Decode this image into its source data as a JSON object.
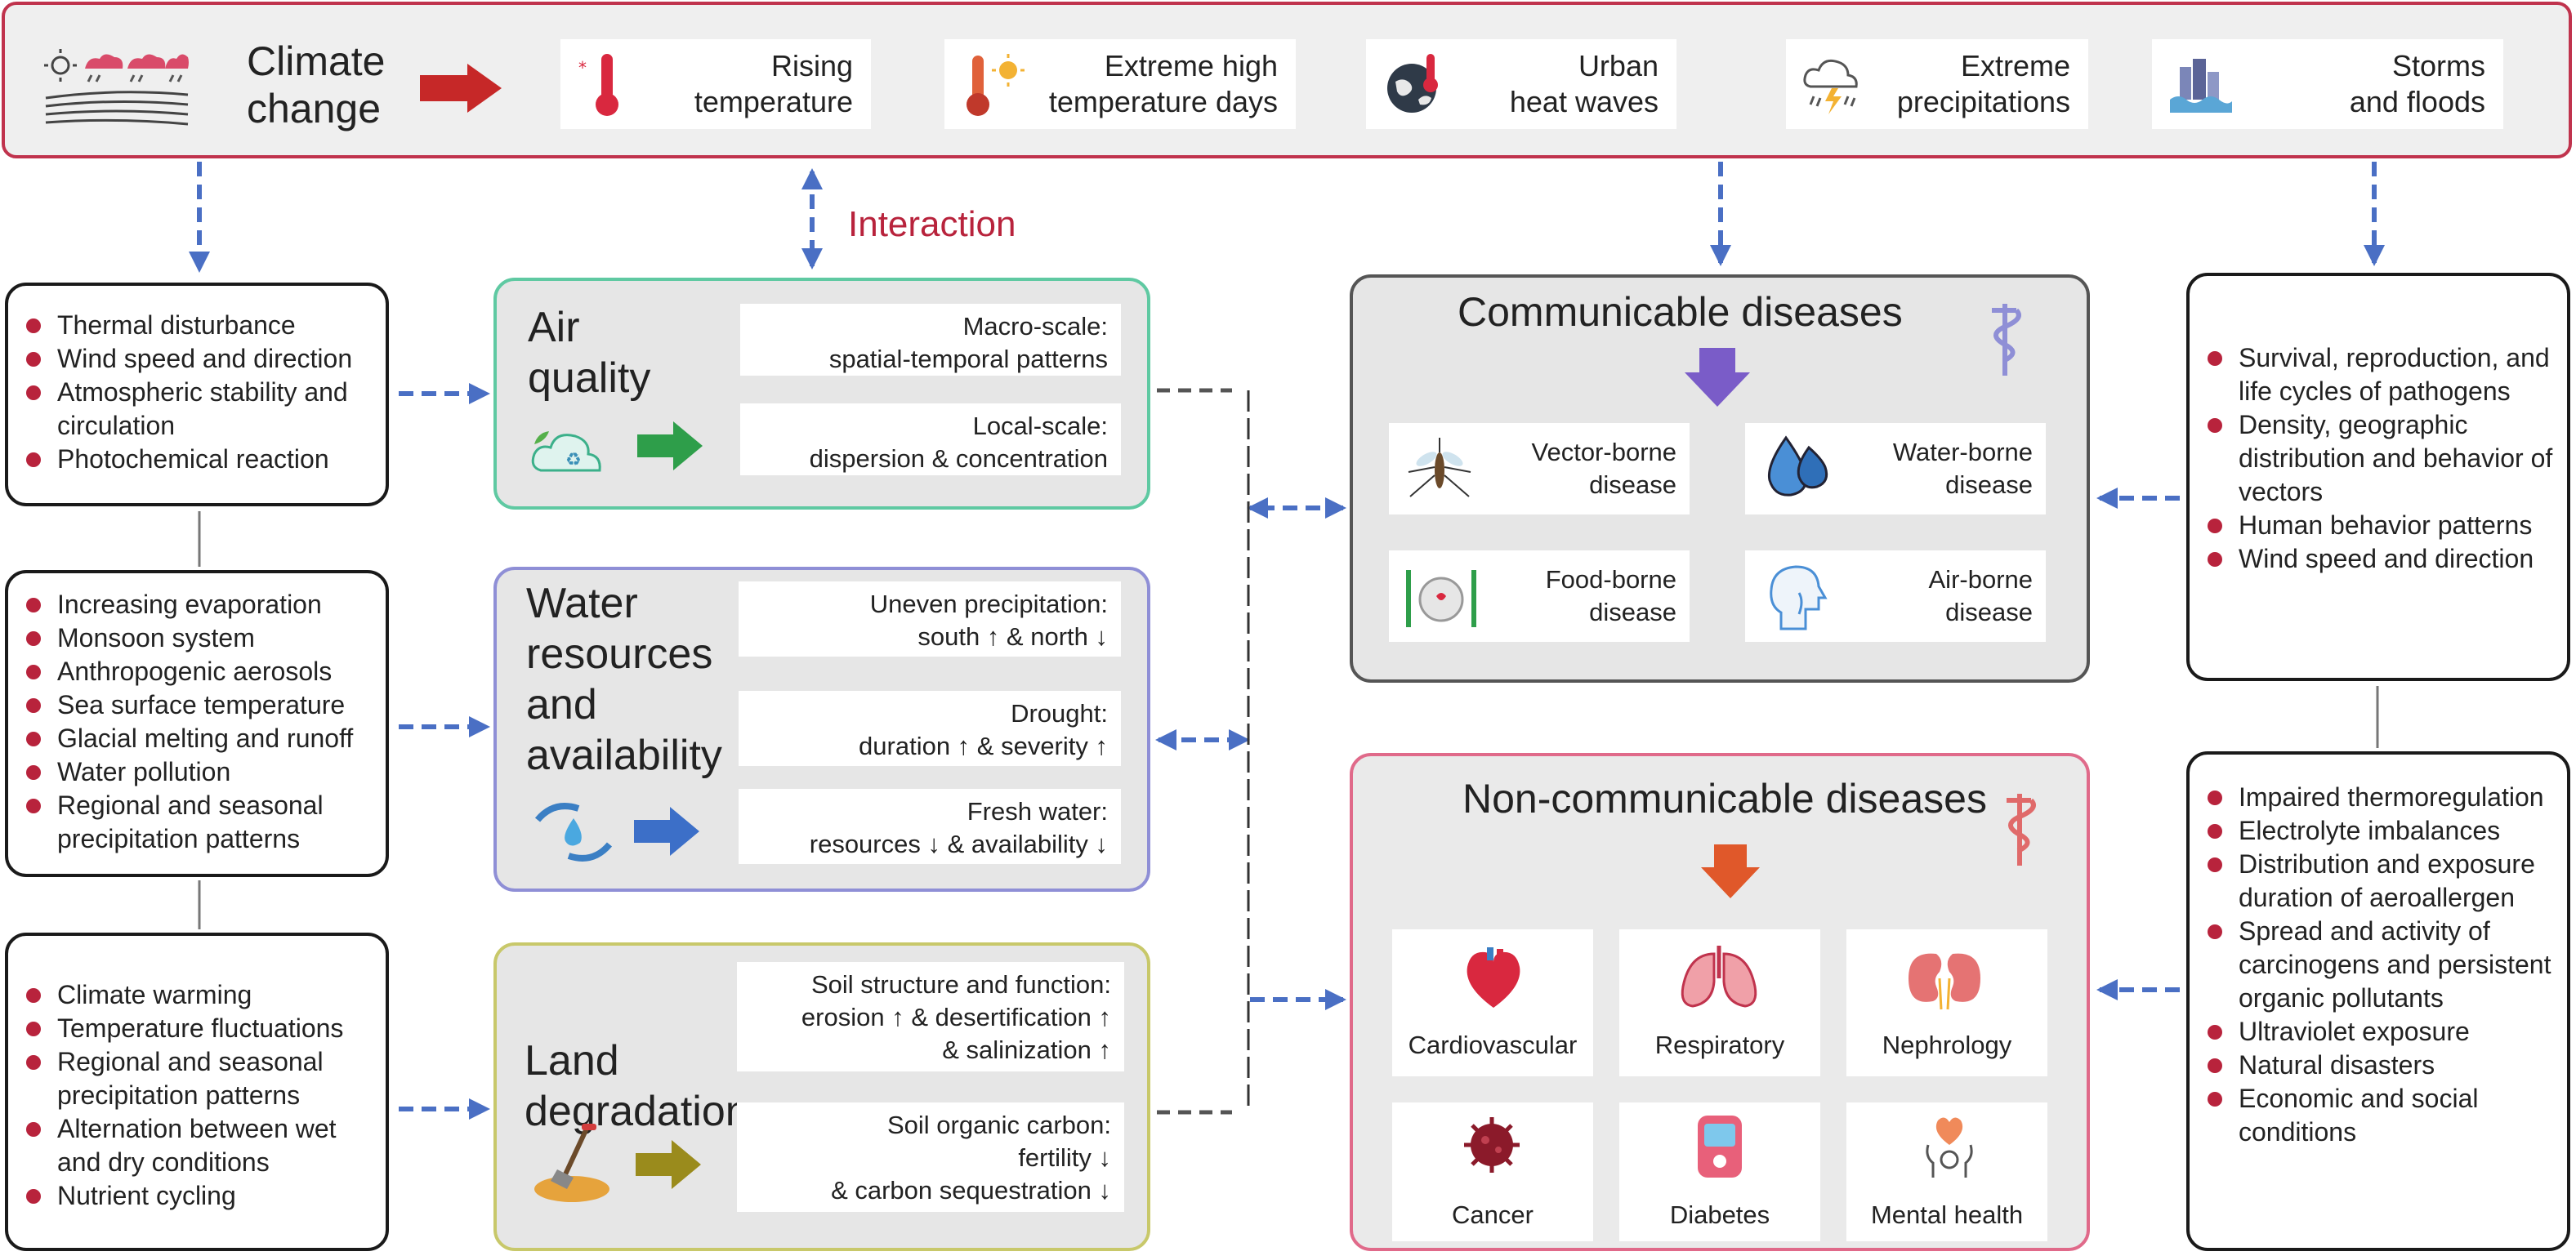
{
  "banner": {
    "title": "Climate\nchange",
    "impacts": [
      {
        "label": "Rising\ntemperature",
        "icon": "thermometer-icon"
      },
      {
        "label": "Extreme high\ntemperature days",
        "icon": "thermometer-sun-icon"
      },
      {
        "label": "Urban\nheat waves",
        "icon": "globe-thermometer-icon"
      },
      {
        "label": "Extreme\nprecipitations",
        "icon": "rain-cloud-icon"
      },
      {
        "label": "Storms\nand floods",
        "icon": "flood-icon"
      }
    ]
  },
  "interaction_label": "Interaction",
  "left_factors": {
    "air": [
      "Thermal disturbance",
      "Wind speed and direction",
      "Atmospheric stability and circulation",
      "Photochemical reaction"
    ],
    "water": [
      "Increasing evaporation",
      "Monsoon system",
      "Anthropogenic aerosols",
      "Sea surface temperature",
      "Glacial melting and runoff",
      "Water pollution",
      "Regional and seasonal precipitation patterns"
    ],
    "land": [
      "Climate warming",
      "Temperature fluctuations",
      "Regional and seasonal precipitation patterns",
      "Alternation between wet and dry conditions",
      "Nutrient cycling"
    ]
  },
  "environment": {
    "air": {
      "title": "Air\nquality",
      "items": [
        "Macro-scale:\nspatial-temporal patterns",
        "Local-scale:\ndispersion & concentration"
      ]
    },
    "water": {
      "title": "Water\nresources\nand\navailability",
      "items": [
        "Uneven precipitation:\nsouth ↑ & north ↓",
        "Drought:\nduration ↑ & severity ↑",
        "Fresh water:\nresources ↓ & availability ↓"
      ]
    },
    "land": {
      "title": "Land\ndegradation",
      "items": [
        "Soil structure and function:\nerosion ↑ & desertification ↑\n& salinization ↑",
        "Soil organic carbon:\nfertility ↓\n& carbon sequestration ↓"
      ]
    }
  },
  "communicable": {
    "title": "Communicable diseases",
    "items": [
      {
        "label": "Vector-borne\ndisease",
        "icon": "mosquito-icon"
      },
      {
        "label": "Water-borne\ndisease",
        "icon": "water-drop-icon"
      },
      {
        "label": "Food-borne\ndisease",
        "icon": "plate-cutlery-icon"
      },
      {
        "label": "Air-borne\ndisease",
        "icon": "breathing-head-icon"
      }
    ]
  },
  "noncommunicable": {
    "title": "Non-communicable diseases",
    "items": [
      {
        "label": "Cardiovascular",
        "icon": "heart-icon"
      },
      {
        "label": "Respiratory",
        "icon": "lungs-icon"
      },
      {
        "label": "Nephrology",
        "icon": "kidneys-icon"
      },
      {
        "label": "Cancer",
        "icon": "cancer-cell-icon"
      },
      {
        "label": "Diabetes",
        "icon": "glucose-meter-icon"
      },
      {
        "label": "Mental health",
        "icon": "head-heart-icon"
      }
    ]
  },
  "right_factors": {
    "communicable": [
      "Survival, reproduction, and life cycles of pathogens",
      "Density, geographic distribution and behavior of vectors",
      "Human behavior patterns",
      "Wind speed and direction"
    ],
    "noncommunicable": [
      "Impaired thermoregulation",
      "Electrolyte imbalances",
      "Distribution and exposure duration of aeroallergen",
      "Spread and activity of carcinogens and persistent organic pollutants",
      "Ultraviolet exposure",
      "Natural disasters",
      "Economic and social conditions"
    ]
  },
  "colors": {
    "banner_border": "#c0334d",
    "bullet": "#b8233c",
    "dashed_arrow": "#4a6fc4",
    "air_border": "#5fc9a2",
    "water_border": "#8f8fd6",
    "land_border": "#c8c86a",
    "communicable_border": "#555555",
    "noncommunicable_border": "#e06a8a"
  }
}
